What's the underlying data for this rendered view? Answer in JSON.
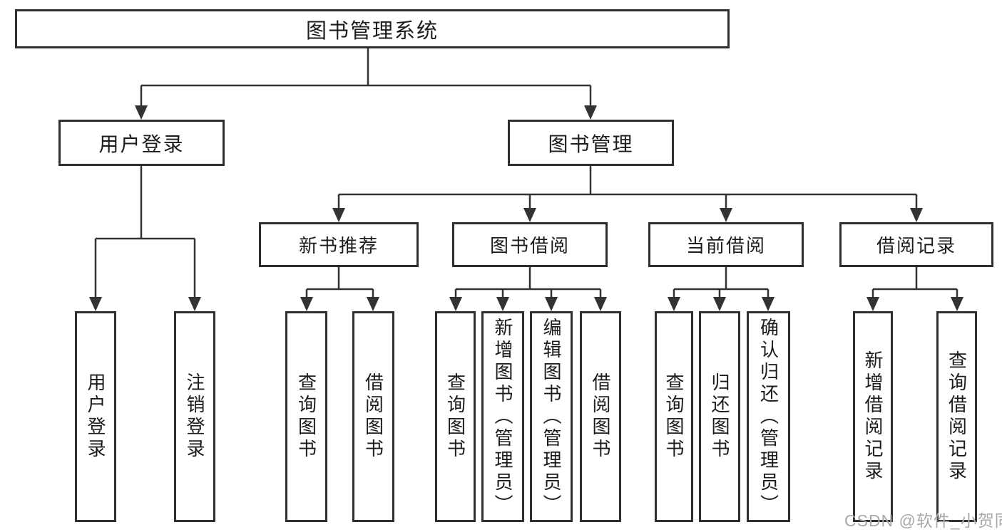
{
  "diagram": {
    "root": {
      "label": "图书管理系统"
    },
    "branches": [
      {
        "label": "用户登录",
        "children": [
          {
            "label": "用户登录"
          },
          {
            "label": "注销登录"
          }
        ]
      },
      {
        "label": "图书管理",
        "children": [
          {
            "label": "新书推荐",
            "children": [
              {
                "label": "查询图书"
              },
              {
                "label": "借阅图书"
              }
            ]
          },
          {
            "label": "图书借阅",
            "children": [
              {
                "label": "查询图书"
              },
              {
                "label": "新增图书（管理员）"
              },
              {
                "label": "编辑图书（管理员）"
              },
              {
                "label": "借阅图书"
              }
            ]
          },
          {
            "label": "当前借阅",
            "children": [
              {
                "label": "查询图书"
              },
              {
                "label": "归还图书"
              },
              {
                "label": "确认归还（管理员）"
              }
            ]
          },
          {
            "label": "借阅记录",
            "children": [
              {
                "label": "新增借阅记录"
              },
              {
                "label": "查询借阅记录"
              }
            ]
          }
        ]
      }
    ]
  },
  "watermark": {
    "text": "CSDN @软件_小贺同学"
  },
  "colors": {
    "line": "#333333",
    "box_border": "#2f2f2f",
    "text": "#1c1c1c",
    "watermark": "#a9a9a9",
    "background": "#ffffff"
  }
}
